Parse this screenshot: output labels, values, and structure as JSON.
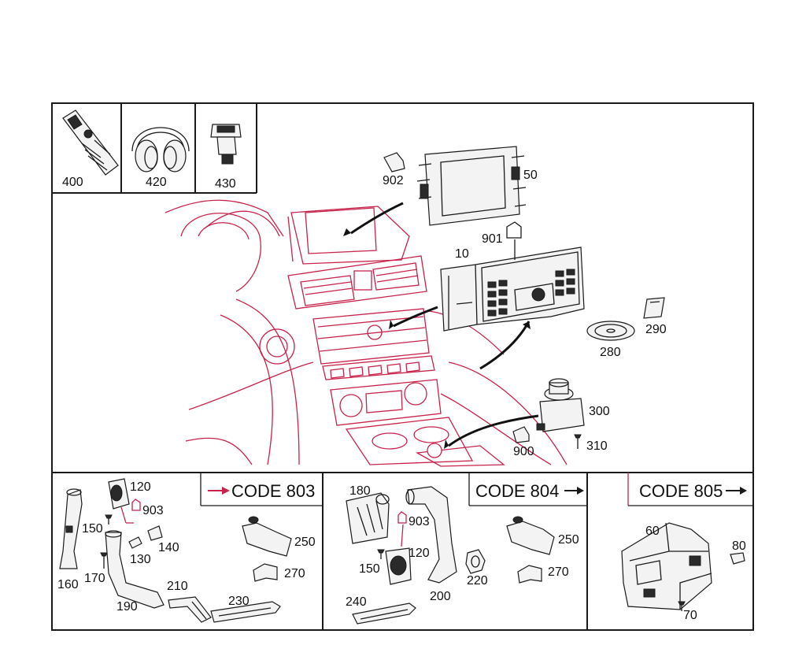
{
  "callouts": {
    "p10": "10",
    "p50": "50",
    "p60": "60",
    "p70": "70",
    "p80": "80",
    "p120a": "120",
    "p120b": "120",
    "p130": "130",
    "p140": "140",
    "p150a": "150",
    "p150b": "150",
    "p160": "160",
    "p170": "170",
    "p180": "180",
    "p190": "190",
    "p200": "200",
    "p210": "210",
    "p220": "220",
    "p230": "230",
    "p240": "240",
    "p250a": "250",
    "p250b": "250",
    "p270a": "270",
    "p270b": "270",
    "p280": "280",
    "p290": "290",
    "p300": "300",
    "p310": "310",
    "p400": "400",
    "p420": "420",
    "p430": "430",
    "p900": "900",
    "p901": "901",
    "p902": "902",
    "p903a": "903",
    "p903b": "903"
  },
  "codes": {
    "code803": "CODE 803",
    "code804": "CODE 804",
    "code805": "CODE 805"
  },
  "colors": {
    "line": "#1a1a1a",
    "accent": "#c8234a",
    "background": "#ffffff"
  }
}
